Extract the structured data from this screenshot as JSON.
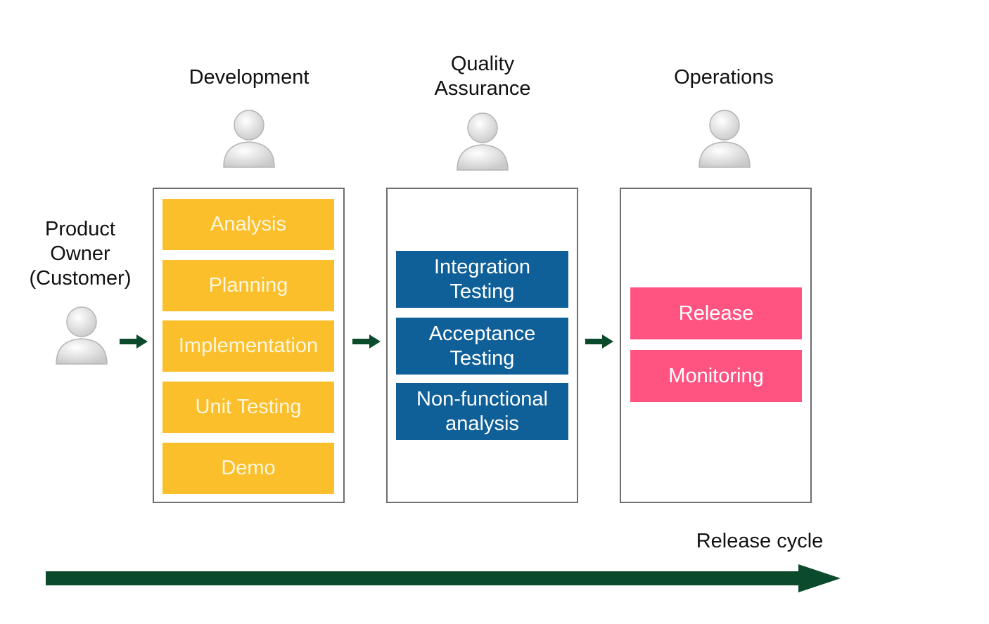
{
  "colors": {
    "development_task": "#fbbf2b",
    "qa_task": "#0f5f98",
    "operations_task": "#ff5482",
    "arrow": "#0b4a2a",
    "box_border": "#6e6e6e"
  },
  "icons": {
    "person": "person-icon",
    "flow": "arrow-right-icon"
  },
  "product_owner": {
    "label": "Product\nOwner\n(Customer)"
  },
  "stages": [
    {
      "title": "Development",
      "tasks": [
        "Analysis",
        "Planning",
        "Implementation",
        "Unit Testing",
        "Demo"
      ]
    },
    {
      "title": "Quality\nAssurance",
      "tasks": [
        "Integration\nTesting",
        "Acceptance\nTesting",
        "Non-functional\nanalysis"
      ]
    },
    {
      "title": "Operations",
      "tasks": [
        "Release",
        "Monitoring"
      ]
    }
  ],
  "timeline": {
    "label": "Release cycle"
  }
}
